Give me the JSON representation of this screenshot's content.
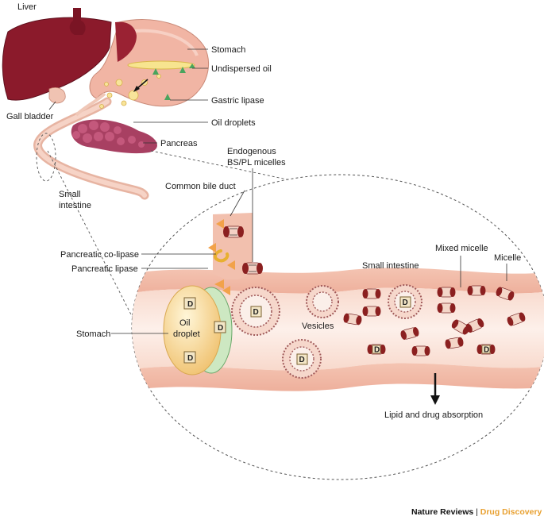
{
  "labels": {
    "liver": "Liver",
    "stomach_top": "Stomach",
    "undispersed_oil": "Undispersed oil",
    "gall_bladder": "Gall bladder",
    "gastric_lipase": "Gastric lipase",
    "oil_droplets": "Oil droplets",
    "pancreas": "Pancreas",
    "endogenous_line1": "Endogenous",
    "endogenous_line2": "BS/PL micelles",
    "common_bile_duct": "Common bile duct",
    "small_intestine_line1": "Small",
    "small_intestine_line2": "intestine",
    "mixed_micelle": "Mixed micelle",
    "small_intestine_inset": "Small intestine",
    "micelle": "Micelle",
    "pancreatic_colipase": "Pancreatic co-lipase",
    "pancreatic_lipase": "Pancreatic lipase",
    "stomach_inset": "Stomach",
    "oil_droplet_line1": "Oil",
    "oil_droplet_line2": "droplet",
    "vesicles": "Vesicles",
    "absorption": "Lipid and drug absorption",
    "drug_symbol": "D"
  },
  "credit": {
    "journal": "Nature Reviews",
    "separator": " | ",
    "section": "Drug Discovery"
  },
  "colors": {
    "liver": "#8b1a2b",
    "stomach": "#f2b8a8",
    "pancreas": "#b04a6a",
    "oil": "#f5c06b",
    "lipase": "#3d9a5a",
    "colipase": "#f3c040",
    "credit_accent": "#e8a030"
  }
}
